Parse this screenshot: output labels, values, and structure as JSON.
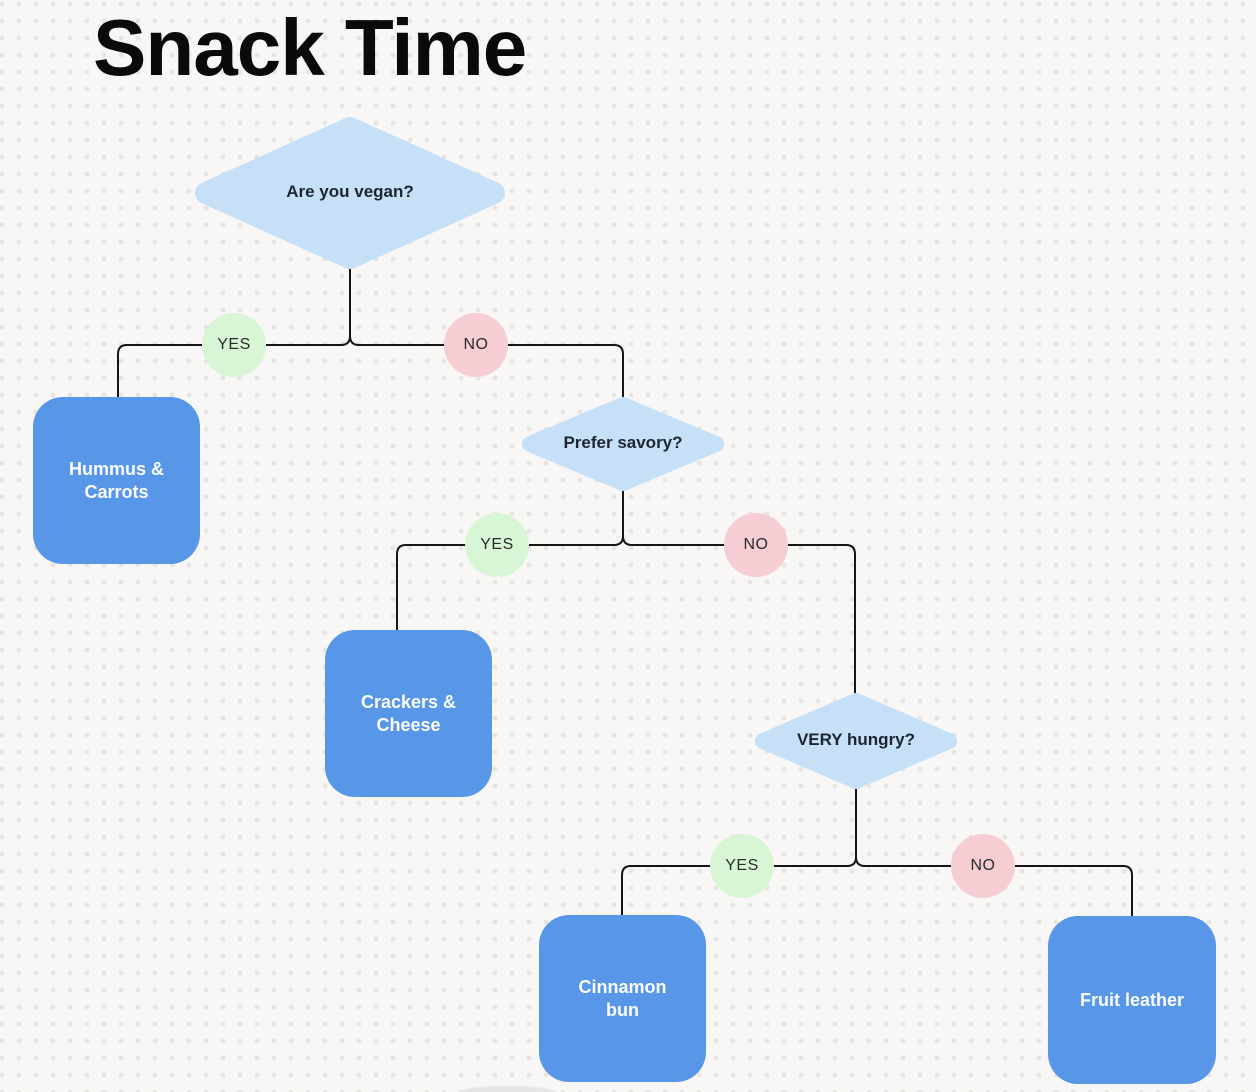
{
  "title": "Snack Time",
  "canvas": {
    "background_color": "#f8f7f5",
    "dot_color": "#e7e5e2"
  },
  "colors": {
    "question_fill": "#c6e0f7",
    "answer_fill": "#5897e7",
    "yes_badge_fill": "#d8f5d5",
    "no_badge_fill": "#f5cdd2",
    "connector": "#151515",
    "question_text": "#1d2530",
    "answer_text": "#fafcff",
    "badge_text": "#2b2b2b",
    "title_text": "#0a0a0a"
  },
  "diagram": {
    "questions": [
      {
        "id": "q1",
        "label": "Are you vegan?"
      },
      {
        "id": "q2",
        "label": "Prefer savory?"
      },
      {
        "id": "q3",
        "label": "VERY hungry?"
      }
    ],
    "answers": [
      {
        "id": "hummus",
        "label": "Hummus & Carrots"
      },
      {
        "id": "crackers",
        "label": "Crackers & Cheese"
      },
      {
        "id": "cinnamon",
        "label": "Cinnamon bun"
      },
      {
        "id": "fruit",
        "label": "Fruit leather"
      }
    ],
    "branch_labels": {
      "yes": "YES",
      "no": "NO"
    },
    "edges": [
      {
        "from": "q1",
        "answer": "YES",
        "to": "hummus"
      },
      {
        "from": "q1",
        "answer": "NO",
        "to": "q2"
      },
      {
        "from": "q2",
        "answer": "YES",
        "to": "crackers"
      },
      {
        "from": "q2",
        "answer": "NO",
        "to": "q3"
      },
      {
        "from": "q3",
        "answer": "YES",
        "to": "cinnamon"
      },
      {
        "from": "q3",
        "answer": "NO",
        "to": "fruit"
      }
    ]
  }
}
